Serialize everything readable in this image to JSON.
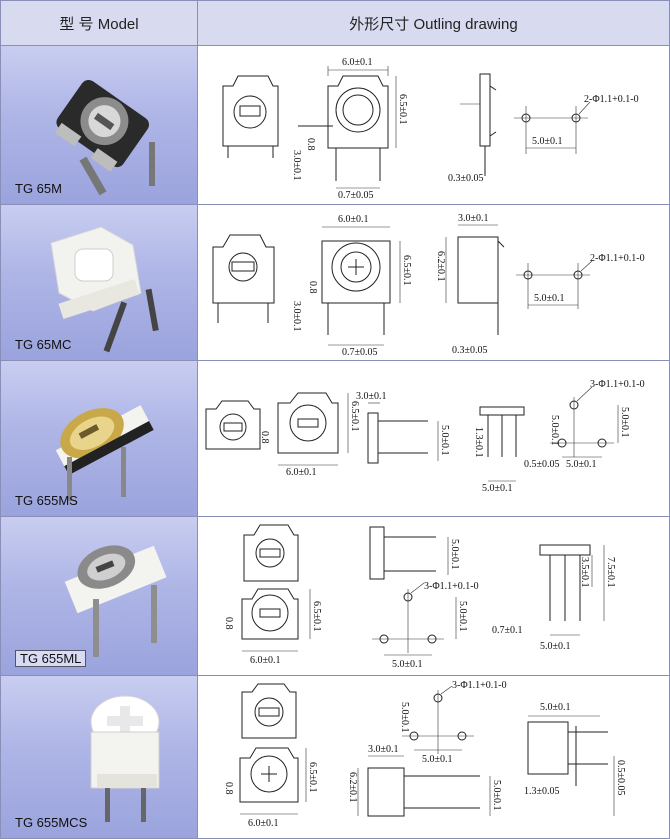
{
  "header": {
    "model": "型 号  Model",
    "outline": "外形尺寸  Outling drawing"
  },
  "rows": [
    {
      "model": "TG 65M",
      "dims": {
        "w": "6.0±0.1",
        "h": "6.5±0.1",
        "pin": "0.8",
        "pl": "3.0±0.1",
        "pp": "0.7±0.05",
        "t": "0.3±0.05",
        "hole": "2-Φ1.1+0.1-0",
        "sp": "5.0±0.1"
      }
    },
    {
      "model": "TG 65MC",
      "dims": {
        "w": "6.0±0.1",
        "h": "6.5±0.1",
        "h2": "6.2±0.1",
        "pin": "0.8",
        "pl": "3.0±0.1",
        "pp": "0.7±0.05",
        "t": "0.3±0.05",
        "th": "3.0±0.1",
        "hole": "2-Φ1.1+0.1-0",
        "sp": "5.0±0.1"
      }
    },
    {
      "model": "TG 655MS",
      "dims": {
        "w": "6.0±0.1",
        "h": "6.5±0.1",
        "pin": "0.8",
        "th": "3.0±0.1",
        "d1": "5.0±0.1",
        "d2": "1.3±0.1",
        "d3": "0.5±0.05",
        "d4": "5.0±0.1",
        "hole": "3-Φ1.1+0.1-0",
        "sp": "5.0±0.1",
        "sp2": "5.0±0.1",
        "v": "5.0±0.1"
      }
    },
    {
      "model": "TG 655ML",
      "dims": {
        "w": "6.0±0.1",
        "h": "6.5±0.1",
        "pin": "0.8",
        "d1": "5.0±0.1",
        "hole": "3-Φ1.1+0.1-0",
        "v": "5.0±0.1",
        "sp": "5.0±0.1",
        "a": "3.5±0.1",
        "b": "7.5±0.1",
        "c": "0.7±0.1",
        "sp2": "5.0±0.1"
      }
    },
    {
      "model": "TG 655MCS",
      "dims": {
        "w": "6.0±0.1",
        "h": "6.5±0.1",
        "pin": "0.8",
        "hole": "3-Φ1.1+0.1-0",
        "v": "5.0±0.1",
        "sp": "5.0±0.1",
        "th": "3.0±0.1",
        "h2": "6.2±0.1",
        "v2": "5.0±0.1",
        "top": "5.0±0.1",
        "p": "1.3±0.05",
        "q": "0.5±0.05"
      }
    }
  ]
}
